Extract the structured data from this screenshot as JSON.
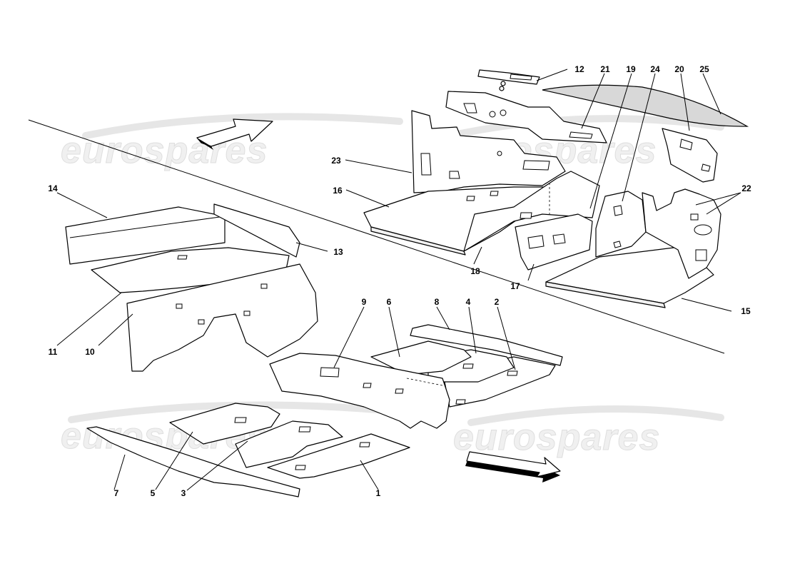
{
  "watermark": {
    "text": "eurospares"
  },
  "callouts": {
    "c1": "1",
    "c2": "2",
    "c3": "3",
    "c4": "4",
    "c5": "5",
    "c6": "6",
    "c7": "7",
    "c8": "8",
    "c9": "9",
    "c10": "10",
    "c11": "11",
    "c12": "12",
    "c13": "13",
    "c14": "14",
    "c15": "15",
    "c16": "16",
    "c17": "17",
    "c18": "18",
    "c19": "19",
    "c20": "20",
    "c21": "21",
    "c22": "22",
    "c23": "23",
    "c24": "24",
    "c25": "25"
  },
  "icons": {
    "front_direction": "direction-arrow-icon",
    "rear_direction": "direction-arrow-icon"
  }
}
